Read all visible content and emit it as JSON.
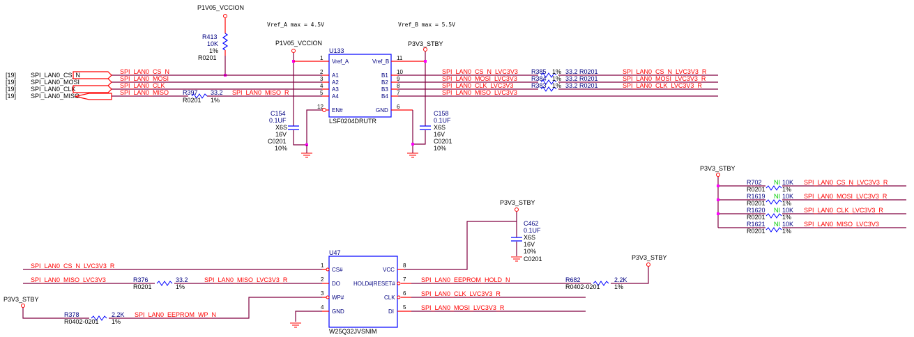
{
  "notes": {
    "vref_a": "Vref_A max = 4.5V",
    "vref_b": "Vref_B max = 5.5V"
  },
  "power": {
    "p1v05": "P1V05_VCCION",
    "p3v3": "P3V3_STBY"
  },
  "left_ports": [
    {
      "sheet": "[19]",
      "name": "SPI_LAN0_CS_N"
    },
    {
      "sheet": "[19]",
      "name": "SPI_LAN0_MOSI"
    },
    {
      "sheet": "[19]",
      "name": "SPI_LAN0_CLK"
    },
    {
      "sheet": "[19]",
      "name": "SPI_LAN0_MISO"
    }
  ],
  "u133": {
    "ref": "U133",
    "part": "LSF0204DRUTR",
    "left_pins": [
      {
        "num": "1",
        "name": "Vref_A"
      },
      {
        "num": "2",
        "name": "A1"
      },
      {
        "num": "3",
        "name": "A2"
      },
      {
        "num": "4",
        "name": "A3"
      },
      {
        "num": "5",
        "name": "A4"
      },
      {
        "num": "12",
        "name": "EN#"
      }
    ],
    "right_pins": [
      {
        "num": "11",
        "name": "Vref_B"
      },
      {
        "num": "10",
        "name": "B1"
      },
      {
        "num": "9",
        "name": "B2"
      },
      {
        "num": "8",
        "name": "B3"
      },
      {
        "num": "7",
        "name": "B4"
      },
      {
        "num": "6",
        "name": "GND"
      }
    ],
    "a_nets": [
      "SPI_LAN0_CS_N",
      "SPI_LAN0_MOSI",
      "SPI_LAN0_CLK",
      "SPI_LAN0_MISO",
      "SPI_LAN0_MISO_R"
    ],
    "b_nets": [
      "SPI_LAN0_CS_N_LVC3V3",
      "SPI_LAN0_MOSI_LVC3V3",
      "SPI_LAN0_CLK_LVC3V3",
      "SPI_LAN0_MISO_LVC3V3"
    ],
    "b_nets_r": [
      "SPI_LAN0_CS_N_LVC3V3_R",
      "SPI_LAN0_MOSI_LVC3V3_R",
      "SPI_LAN0_CLK_LVC3V3_R"
    ]
  },
  "r413": {
    "ref": "R413",
    "value": "10K",
    "tol": "1%",
    "pkg": "R0201"
  },
  "r397": {
    "ref": "R397",
    "value": "33.2",
    "tol": "1%",
    "pkg": "R0201"
  },
  "series_r": [
    {
      "ref": "R385",
      "tol": "1%",
      "value": "33.2 R0201"
    },
    {
      "ref": "R384",
      "tol": "1%",
      "value": "33.2 R0201"
    },
    {
      "ref": "R383",
      "tol": "1%",
      "value": "33.2 R0201"
    }
  ],
  "c154": {
    "ref": "C154",
    "value": "0.1UF",
    "diel": "X6S",
    "volt": "16V",
    "pkg": "C0201",
    "tol": "10%"
  },
  "c158": {
    "ref": "C158",
    "value": "0.1UF",
    "diel": "X6S",
    "volt": "16V",
    "pkg": "C0201",
    "tol": "10%"
  },
  "c462": {
    "ref": "C462",
    "value": "0.1UF",
    "diel": "X6S",
    "volt": "16V",
    "tol": "10%",
    "pkg": "C0201"
  },
  "pullups": [
    {
      "ref": "R702",
      "pkg": "R0201",
      "ni": "NI",
      "value": "10K",
      "tol": "1%",
      "net": "SPI_LAN0_CS_N_LVC3V3_R"
    },
    {
      "ref": "R1619",
      "pkg": "R0201",
      "ni": "NI",
      "value": "10K",
      "tol": "1%",
      "net": "SPI_LAN0_MOSI_LVC3V3_R"
    },
    {
      "ref": "R1620",
      "pkg": "R0201",
      "ni": "NI",
      "value": "10K",
      "tol": "1%",
      "net": "SPI_LAN0_CLK_LVC3V3_R"
    },
    {
      "ref": "R1621",
      "pkg": "R0201",
      "ni": "NI",
      "value": "10K",
      "tol": "1%",
      "net": "SPI_LAN0_MISO_LVC3V3"
    }
  ],
  "u47": {
    "ref": "U47",
    "part": "W25Q32JVSNIM",
    "left_pins": [
      {
        "num": "1",
        "name": "CS#"
      },
      {
        "num": "2",
        "name": "DO"
      },
      {
        "num": "3",
        "name": "WP#"
      },
      {
        "num": "4",
        "name": "GND"
      }
    ],
    "right_pins": [
      {
        "num": "8",
        "name": "VCC"
      },
      {
        "num": "7",
        "name": "HOLD#|RESET#"
      },
      {
        "num": "6",
        "name": "CLK"
      },
      {
        "num": "5",
        "name": "DI"
      }
    ],
    "nets": {
      "cs": "SPI_LAN0_CS_N_LVC3V3_R",
      "miso": "SPI_LAN0_MISO_LVC3V3",
      "miso_r": "SPI_LAN0_MISO_LVC3V3_R",
      "wp": "SPI_LAN0_EEPROM_WP_N",
      "hold": "SPI_LAN0_EEPROM_HOLD_N",
      "clk": "SPI_LAN0_CLK_LVC3V3_R",
      "mosi": "SPI_LAN0_MOSI_LVC3V3_R"
    }
  },
  "r376": {
    "ref": "R376",
    "pkg": "R0201",
    "value": "33.2",
    "tol": "1%"
  },
  "r378": {
    "ref": "R378",
    "pkg": "R0402-0201",
    "value": "2.2K",
    "tol": "1%"
  },
  "r682": {
    "ref": "R682",
    "pkg": "R0402-0201",
    "value": "2.2K",
    "tol": "1%"
  }
}
